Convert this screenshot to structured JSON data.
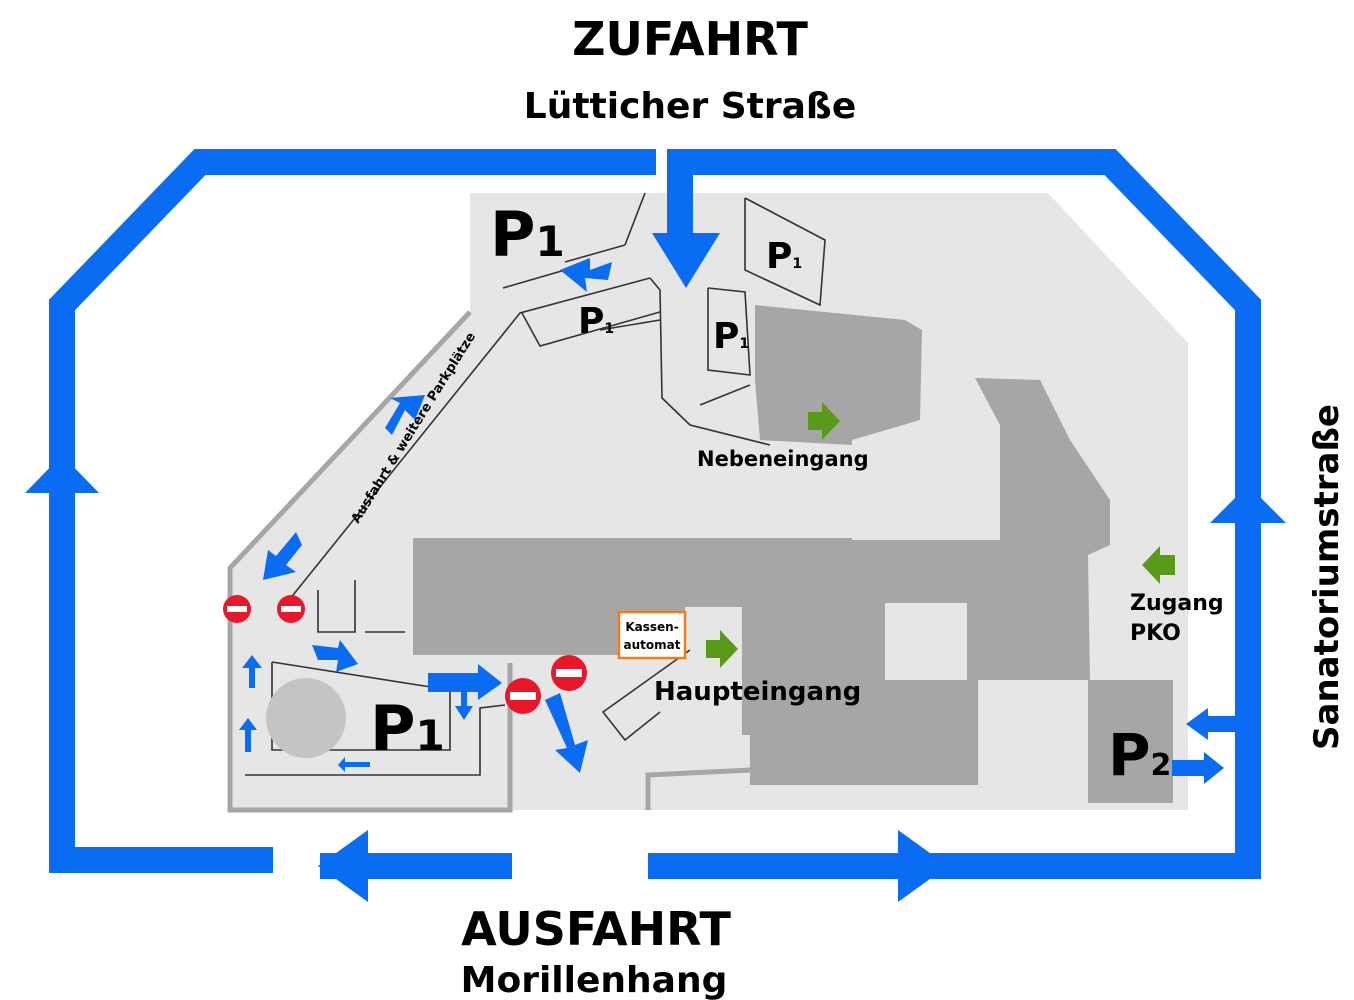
{
  "header": {
    "entry_title": "ZUFAHRT",
    "entry_street": "Lütticher Straße"
  },
  "footer": {
    "exit_title": "AUSFAHRT",
    "exit_street": "Morillenhang"
  },
  "side_street": "Sanatoriumstraße",
  "parking": {
    "p1_letter": "P",
    "p1_index": "1",
    "p2_letter": "P",
    "p2_index": "2"
  },
  "labels": {
    "exit_path": "Ausfahrt & weitere Parkplätze",
    "side_entrance": "Nebeneingang",
    "main_entrance": "Haupteingang",
    "pko_line1": "Zugang",
    "pko_line2": "PKO",
    "kiosk_line1": "Kassen-",
    "kiosk_line2": "automat"
  },
  "colors": {
    "route_blue": "#0a6cf2",
    "entrance_green": "#5a9a1a",
    "no_entry_red": "#e8182a",
    "grounds_gray": "#e6e6e6",
    "building_gray": "#a6a6a6",
    "kiosk_orange": "#f07c1a"
  },
  "icons": [
    "arrow-icon",
    "no-entry-icon",
    "entrance-arrow-icon"
  ]
}
